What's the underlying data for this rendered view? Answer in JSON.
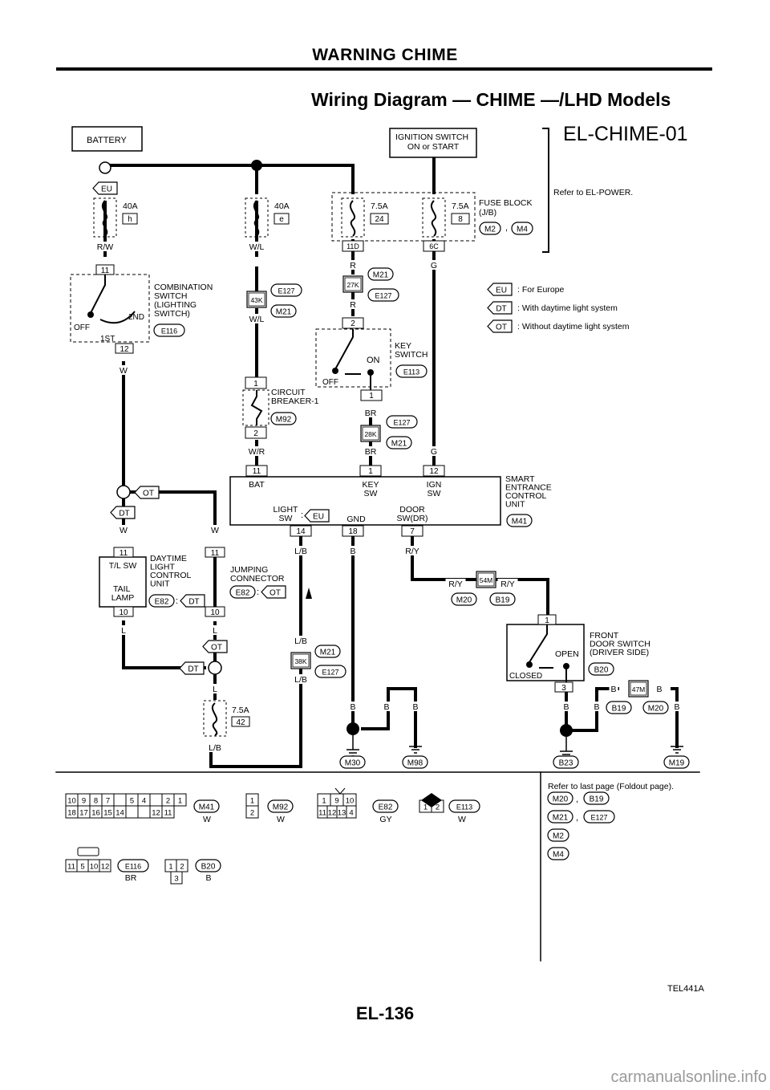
{
  "header": {
    "section": "WARNING CHIME",
    "title": "Wiring Diagram — CHIME —/LHD Models",
    "diagram_id": "EL-CHIME-01"
  },
  "footer": {
    "figure_code": "TEL441A",
    "page_number": "EL-136",
    "watermark": "carmanualsonline.info"
  },
  "power": {
    "battery": "BATTERY",
    "ignition": "IGNITION SWITCH\nON or START",
    "fuse_block": "FUSE BLOCK\n(J/B)",
    "refer": "Refer to EL-POWER.",
    "fuses": [
      {
        "amp": "40A",
        "id": "h",
        "wire": "R/W"
      },
      {
        "amp": "40A",
        "id": "e",
        "wire": "W/L"
      },
      {
        "amp": "7.5A",
        "id": "24",
        "wire": "R",
        "term": "11D"
      },
      {
        "amp": "7.5A",
        "id": "8",
        "wire": "G",
        "term": "6C"
      }
    ]
  },
  "legend": [
    {
      "code": "EU",
      "text": ": For Europe"
    },
    {
      "code": "DT",
      "text": ": With daytime light system"
    },
    {
      "code": "OT",
      "text": ": Without daytime light system"
    }
  ],
  "components": {
    "combo": "COMBINATION\nSWITCH\n(LIGHTING\n SWITCH)",
    "combo_pos": [
      "OFF",
      "1ST",
      "2ND"
    ],
    "key": "KEY\nSWITCH",
    "key_pos": [
      "OFF",
      "ON"
    ],
    "breaker": "CIRCUIT\nBREAKER-1",
    "smart": "SMART\nENTRANCE\nCONTROL\nUNIT",
    "smart_terms": [
      "BAT",
      "KEY\nSW",
      "IGN\nSW",
      "LIGHT\nSW",
      "GND",
      "DOOR\nSW(DR)"
    ],
    "daytime": "DAYTIME\nLIGHT\nCONTROL\nUNIT",
    "daytime_terms": [
      "T/L SW",
      "TAIL\nLAMP"
    ],
    "jumping": "JUMPING\nCONNECTOR",
    "door": "FRONT\nDOOR SWITCH\n(DRIVER SIDE)",
    "door_pos": [
      "CLOSED",
      "OPEN"
    ]
  },
  "connectors_ref": {
    "note": "Refer to last page (Foldout page).",
    "groups": [
      [
        "M20",
        "B19"
      ],
      [
        "M21",
        "E127"
      ],
      [
        "M2"
      ],
      [
        "M4"
      ]
    ]
  },
  "connector_views": [
    {
      "id": "M41",
      "color": "W",
      "rows": [
        [
          "10",
          "9",
          "8",
          "7",
          "",
          "5",
          "4",
          "",
          "2",
          "1"
        ],
        [
          "18",
          "17",
          "16",
          "15",
          "14",
          "",
          "",
          "12",
          "11"
        ]
      ]
    },
    {
      "id": "M92",
      "color": "W",
      "rows": [
        [
          "1"
        ],
        [
          "2"
        ]
      ]
    },
    {
      "id": "E82",
      "color": "GY",
      "rows": [
        [
          "1",
          "9",
          "10"
        ],
        [
          "11",
          "12",
          "13",
          "4"
        ]
      ]
    },
    {
      "id": "E113",
      "color": "W",
      "rows": [
        [
          "1",
          "2"
        ]
      ]
    },
    {
      "id": "E116",
      "color": "BR",
      "rows": [
        [
          "11",
          "5",
          "10",
          "12"
        ]
      ]
    },
    {
      "id": "B20",
      "color": "B",
      "rows": [
        [
          "1",
          "2"
        ],
        [
          "3"
        ]
      ]
    }
  ],
  "grounds": [
    "M30",
    "M98",
    "B23",
    "M19"
  ]
}
